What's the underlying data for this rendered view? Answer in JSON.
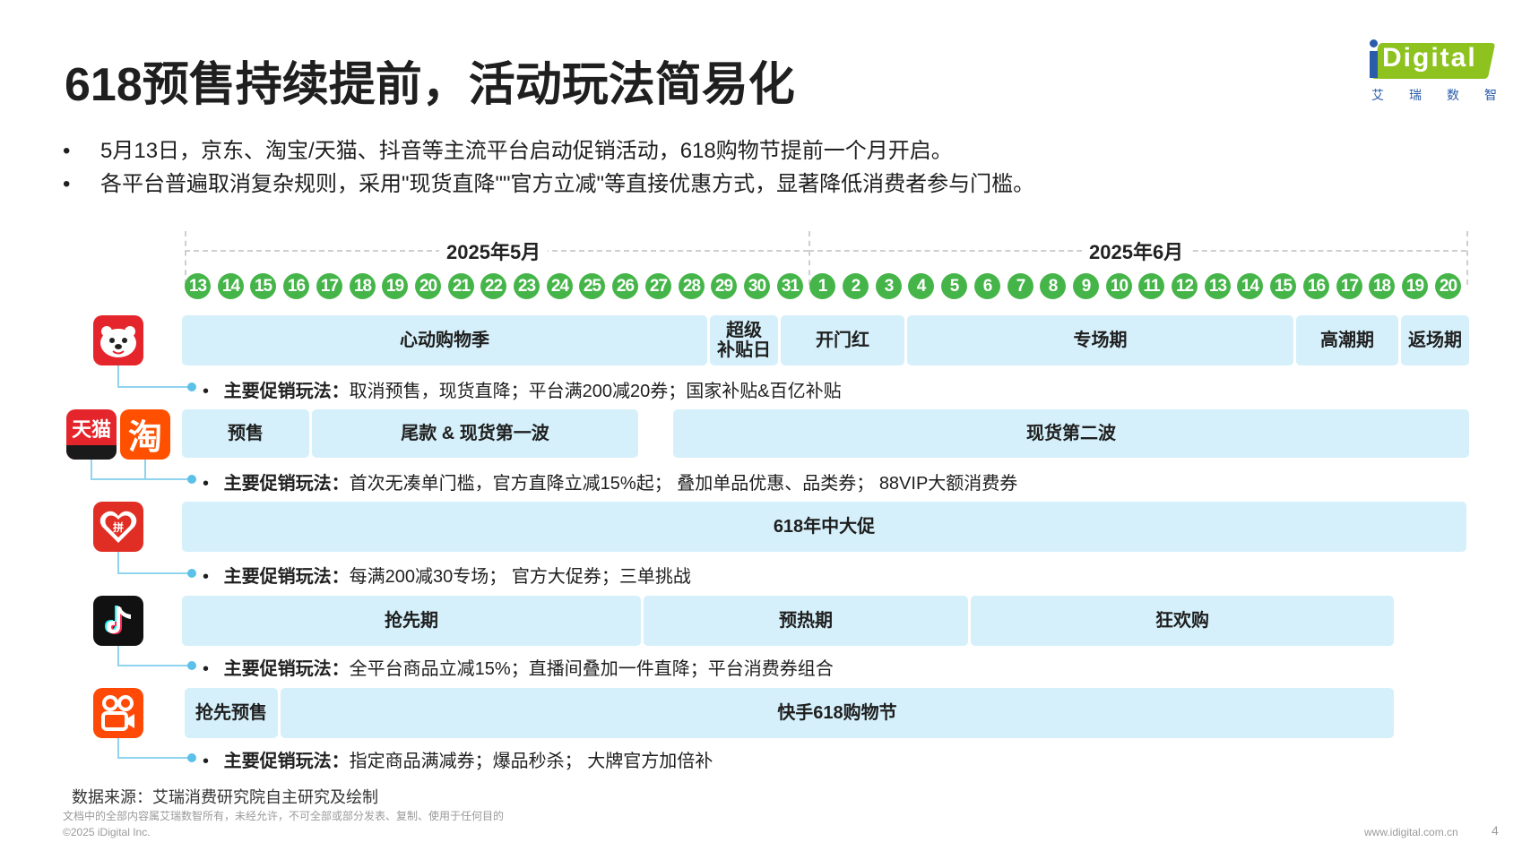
{
  "title": "618预售持续提前，活动玩法简易化",
  "logo": {
    "text": "Digital",
    "sub": [
      "艾",
      "瑞",
      "数",
      "智"
    ]
  },
  "bullets": [
    "5月13日，京东、淘宝/天猫、抖音等主流平台启动促销活动，618购物节提前一个月开启。",
    "各平台普遍取消复杂规则，采用\"现货直降\"\"官方立减\"等直接优惠方式，显著降低消费者参与门槛。"
  ],
  "timeline": {
    "months": [
      "2025年5月",
      "2025年6月"
    ],
    "days": [
      "13",
      "14",
      "15",
      "16",
      "17",
      "18",
      "19",
      "20",
      "21",
      "22",
      "23",
      "24",
      "25",
      "26",
      "27",
      "28",
      "29",
      "30",
      "31",
      "1",
      "2",
      "3",
      "4",
      "5",
      "6",
      "7",
      "8",
      "9",
      "10",
      "11",
      "12",
      "13",
      "14",
      "15",
      "16",
      "17",
      "18",
      "19",
      "20"
    ]
  },
  "platforms": [
    {
      "icon": "jd-icon",
      "phases": [
        "心动购物季",
        "超级\n补贴日",
        "开门红",
        "专场期",
        "高潮期",
        "返场期"
      ],
      "label": "主要促销玩法：",
      "detail": "取消预售，现货直降；平台满200减20券；国家补贴&百亿补贴"
    },
    {
      "icon": "tmall-taobao-icon",
      "phases": [
        "预售",
        "尾款 & 现货第一波",
        "现货第二波"
      ],
      "label": "主要促销玩法：",
      "detail": "首次无凑单门槛，官方直降立减15%起； 叠加单品优惠、品类券； 88VIP大额消费券"
    },
    {
      "icon": "pinduoduo-icon",
      "phases": [
        "618年中大促"
      ],
      "label": "主要促销玩法：",
      "detail": "每满200减30专场； 官方大促券；三单挑战"
    },
    {
      "icon": "douyin-icon",
      "phases": [
        "抢先期",
        "预热期",
        "狂欢购"
      ],
      "label": "主要促销玩法：",
      "detail": "全平台商品立减15%；直播间叠加一件直降；平台消费券组合"
    },
    {
      "icon": "kuaishou-icon",
      "phases": [
        "抢先预售",
        "快手618购物节"
      ],
      "label": "主要促销玩法：",
      "detail": "指定商品满减券；爆品秒杀； 大牌官方加倍补"
    }
  ],
  "footer": {
    "source": "数据来源：艾瑞消费研究院自主研究及绘制",
    "copyright_note": "文档中的全部内容属艾瑞数智所有，未经允许，不可全部或部分发表、复制、使用于任何目的",
    "copyright": "©2025 iDigital Inc.",
    "website": "www.idigital.com.cn",
    "page": "4"
  },
  "colors": {
    "day_circle": "#46b549",
    "phase_bar": "#d5f0fa",
    "connector": "#8fd3ef",
    "logo_green": "#8dc21f",
    "logo_blue": "#2a5caa"
  }
}
